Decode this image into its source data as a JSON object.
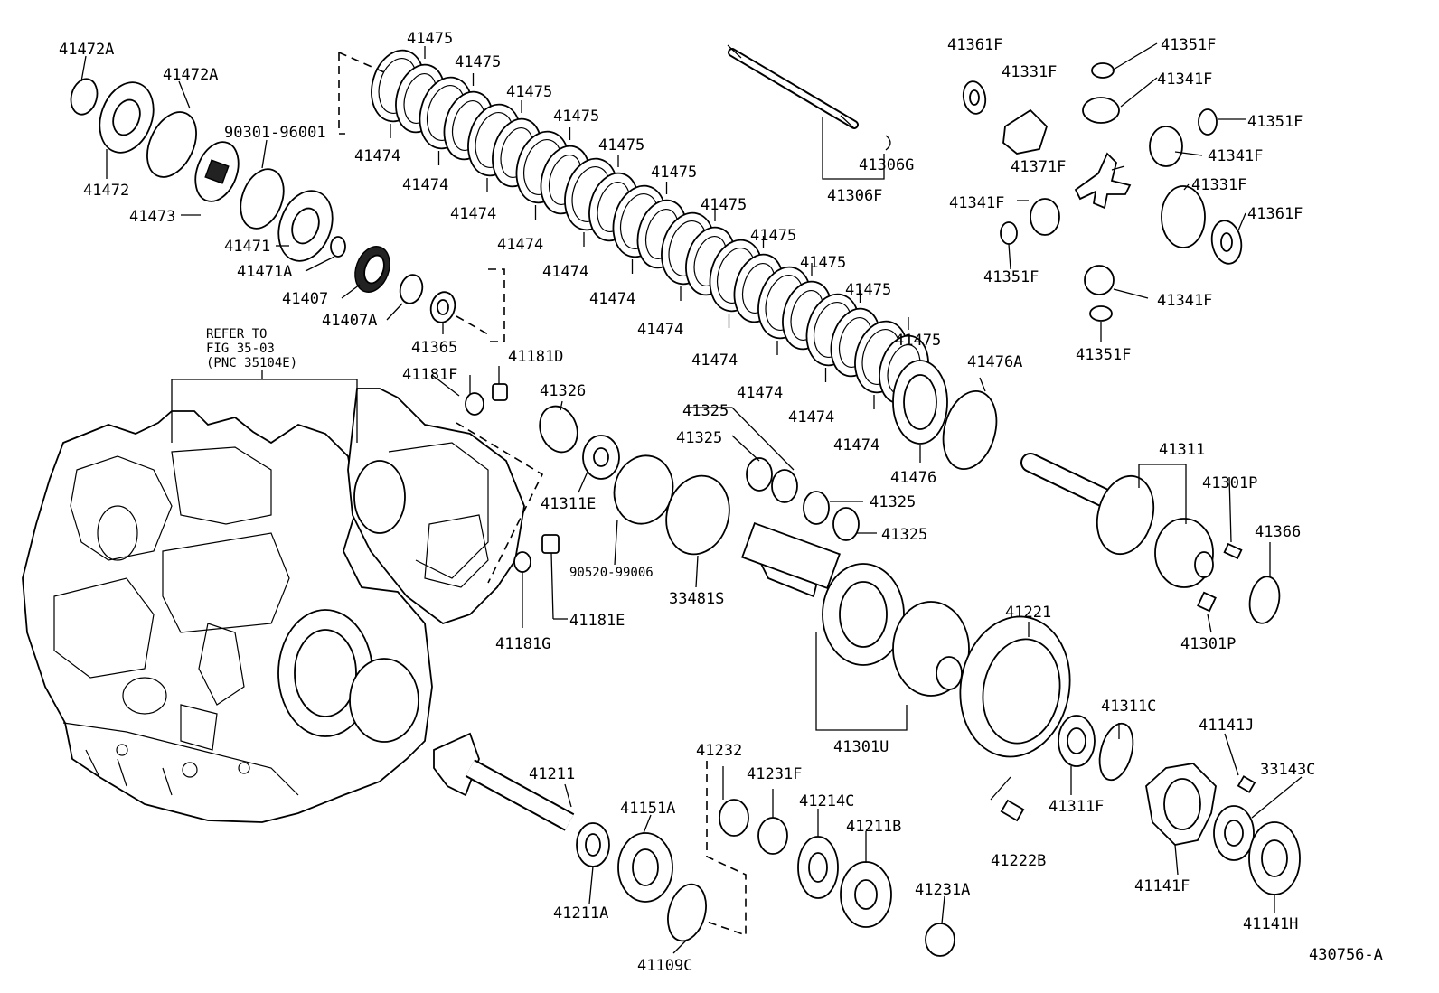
{
  "diagram": {
    "figure_id": "430756-A",
    "refer_note": [
      "REFER TO",
      "FIG 35-03",
      "(PNC 35104E)"
    ],
    "labels": {
      "l_41472A_1": "41472A",
      "l_41472A_2": "41472A",
      "l_90301": "90301-96001",
      "l_41472": "41472",
      "l_41473": "41473",
      "l_41471": "41471",
      "l_41471A": "41471A",
      "l_41407": "41407",
      "l_41407A": "41407A",
      "l_41365": "41365",
      "l_41475_1": "41475",
      "l_41475_2": "41475",
      "l_41475_3": "41475",
      "l_41475_4": "41475",
      "l_41475_5": "41475",
      "l_41475_6": "41475",
      "l_41475_7": "41475",
      "l_41475_8": "41475",
      "l_41475_9": "41475",
      "l_41475_10": "41475",
      "l_41475_11": "41475",
      "l_41474_1": "41474",
      "l_41474_2": "41474",
      "l_41474_3": "41474",
      "l_41474_4": "41474",
      "l_41474_5": "41474",
      "l_41474_6": "41474",
      "l_41474_7": "41474",
      "l_41474_8": "41474",
      "l_41474_9": "41474",
      "l_41474_10": "41474",
      "l_41474_11": "41474",
      "l_41306G": "41306G",
      "l_41306F": "41306F",
      "l_41361F_1": "41361F",
      "l_41331F_1": "41331F",
      "l_41351F_1": "41351F",
      "l_41341F_1": "41341F",
      "l_41351F_2": "41351F",
      "l_41341F_2": "41341F",
      "l_41371F": "41371F",
      "l_41331F_2": "41331F",
      "l_41341F_3": "41341F",
      "l_41361F_2": "41361F",
      "l_41351F_3": "41351F",
      "l_41341F_4": "41341F",
      "l_41351F_4": "41351F",
      "l_41181D": "41181D",
      "l_41181F": "41181F",
      "l_41326": "41326",
      "l_41325_1": "41325",
      "l_41325_2": "41325",
      "l_41325_3": "41325",
      "l_41325_4": "41325",
      "l_41476A": "41476A",
      "l_41476": "41476",
      "l_41311E": "41311E",
      "l_90520": "90520-99006",
      "l_33481S": "33481S",
      "l_41181E": "41181E",
      "l_41181G": "41181G",
      "l_41311": "41311",
      "l_41301P_1": "41301P",
      "l_41366": "41366",
      "l_41301P_2": "41301P",
      "l_41221": "41221",
      "l_41301U": "41301U",
      "l_41311C": "41311C",
      "l_41141J": "41141J",
      "l_33143C": "33143C",
      "l_41211": "41211",
      "l_41232": "41232",
      "l_41231F": "41231F",
      "l_41214C": "41214C",
      "l_41211B": "41211B",
      "l_41151A": "41151A",
      "l_41211A": "41211A",
      "l_41109C": "41109C",
      "l_41231A": "41231A",
      "l_41222B": "41222B",
      "l_41311F": "41311F",
      "l_41141F": "41141F",
      "l_41141H": "41141H"
    }
  }
}
